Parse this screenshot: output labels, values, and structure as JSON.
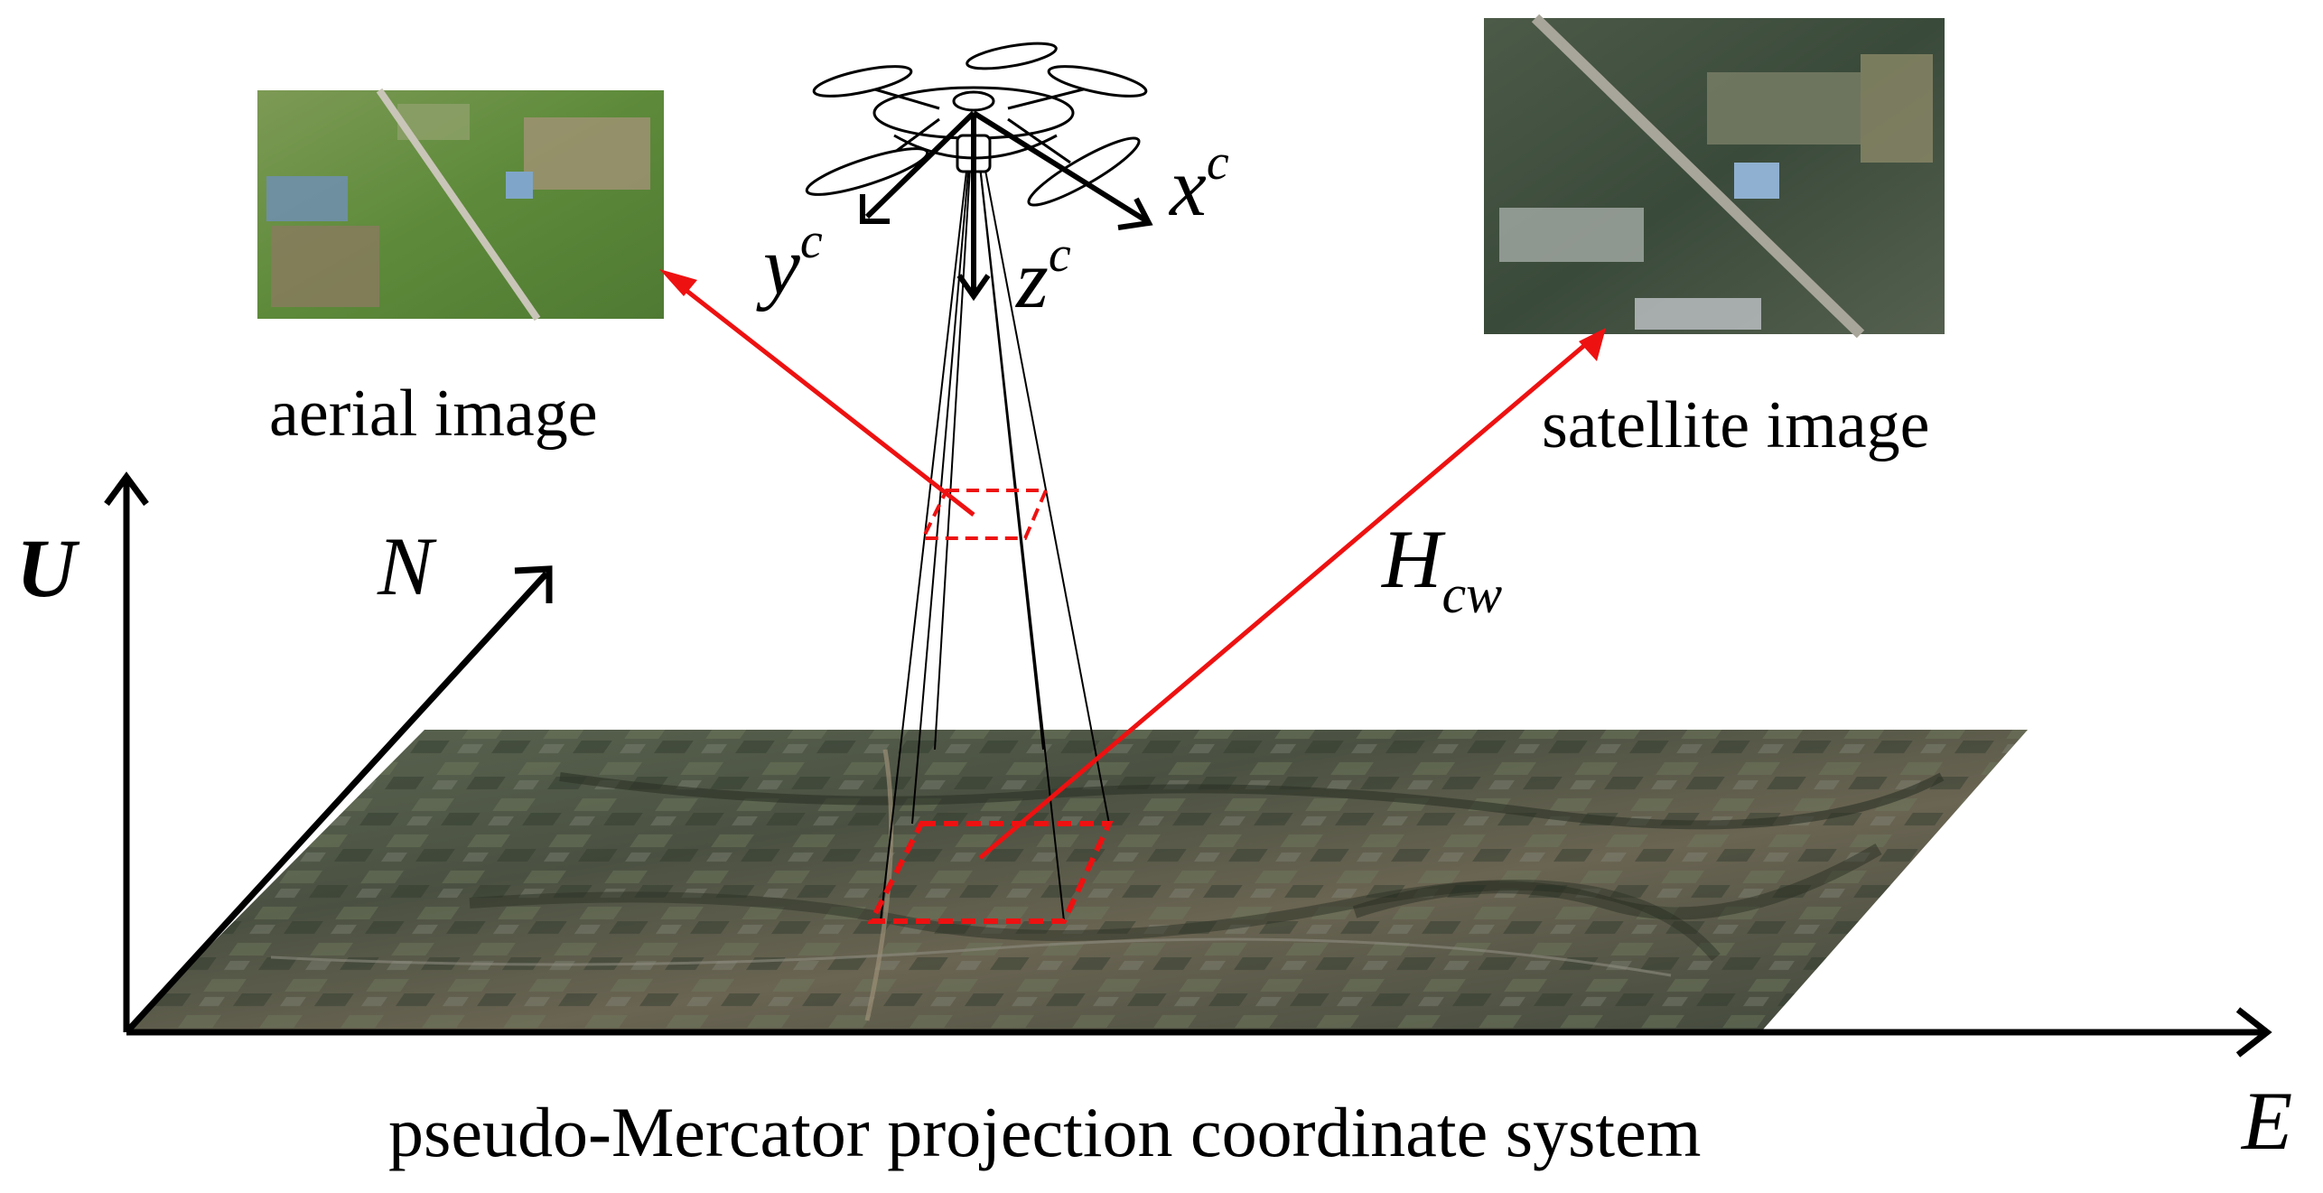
{
  "labels": {
    "aerial_image": "aerial image",
    "satellite_image": "satellite image",
    "system_caption": "pseudo-Mercator projection coordinate system"
  },
  "axes": {
    "up": "U",
    "north": "N",
    "east": "E"
  },
  "camera_axes": {
    "x": "x",
    "x_sup": "c",
    "y": "y",
    "y_sup": "c",
    "z": "z",
    "z_sup": "c"
  },
  "transform": {
    "symbol": "H",
    "subscript": "cw"
  },
  "colors": {
    "ray": "#ee1111",
    "axis": "#000000",
    "ground_dark": "#3f4438",
    "ground_field": "#5e6a4c",
    "aerial_green": "#5f8f3e",
    "satellite_dark": "#3b4a3a"
  }
}
